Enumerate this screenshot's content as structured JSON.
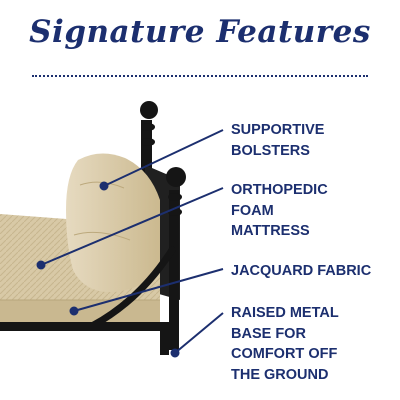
{
  "header": {
    "title": "Signature Features"
  },
  "features": [
    {
      "label": "SUPPORTIVE\nBOLSTERS"
    },
    {
      "label": "ORTHOPEDIC\nFOAM\nMATTRESS"
    },
    {
      "label": "JACQUARD FABRIC"
    },
    {
      "label": "RAISED METAL\nBASE FOR\nCOMFORT OFF\nTHE GROUND"
    }
  ],
  "colors": {
    "brand_navy": "#1c2f6f",
    "fabric": "#d8c9a6",
    "metal": "#151515"
  }
}
